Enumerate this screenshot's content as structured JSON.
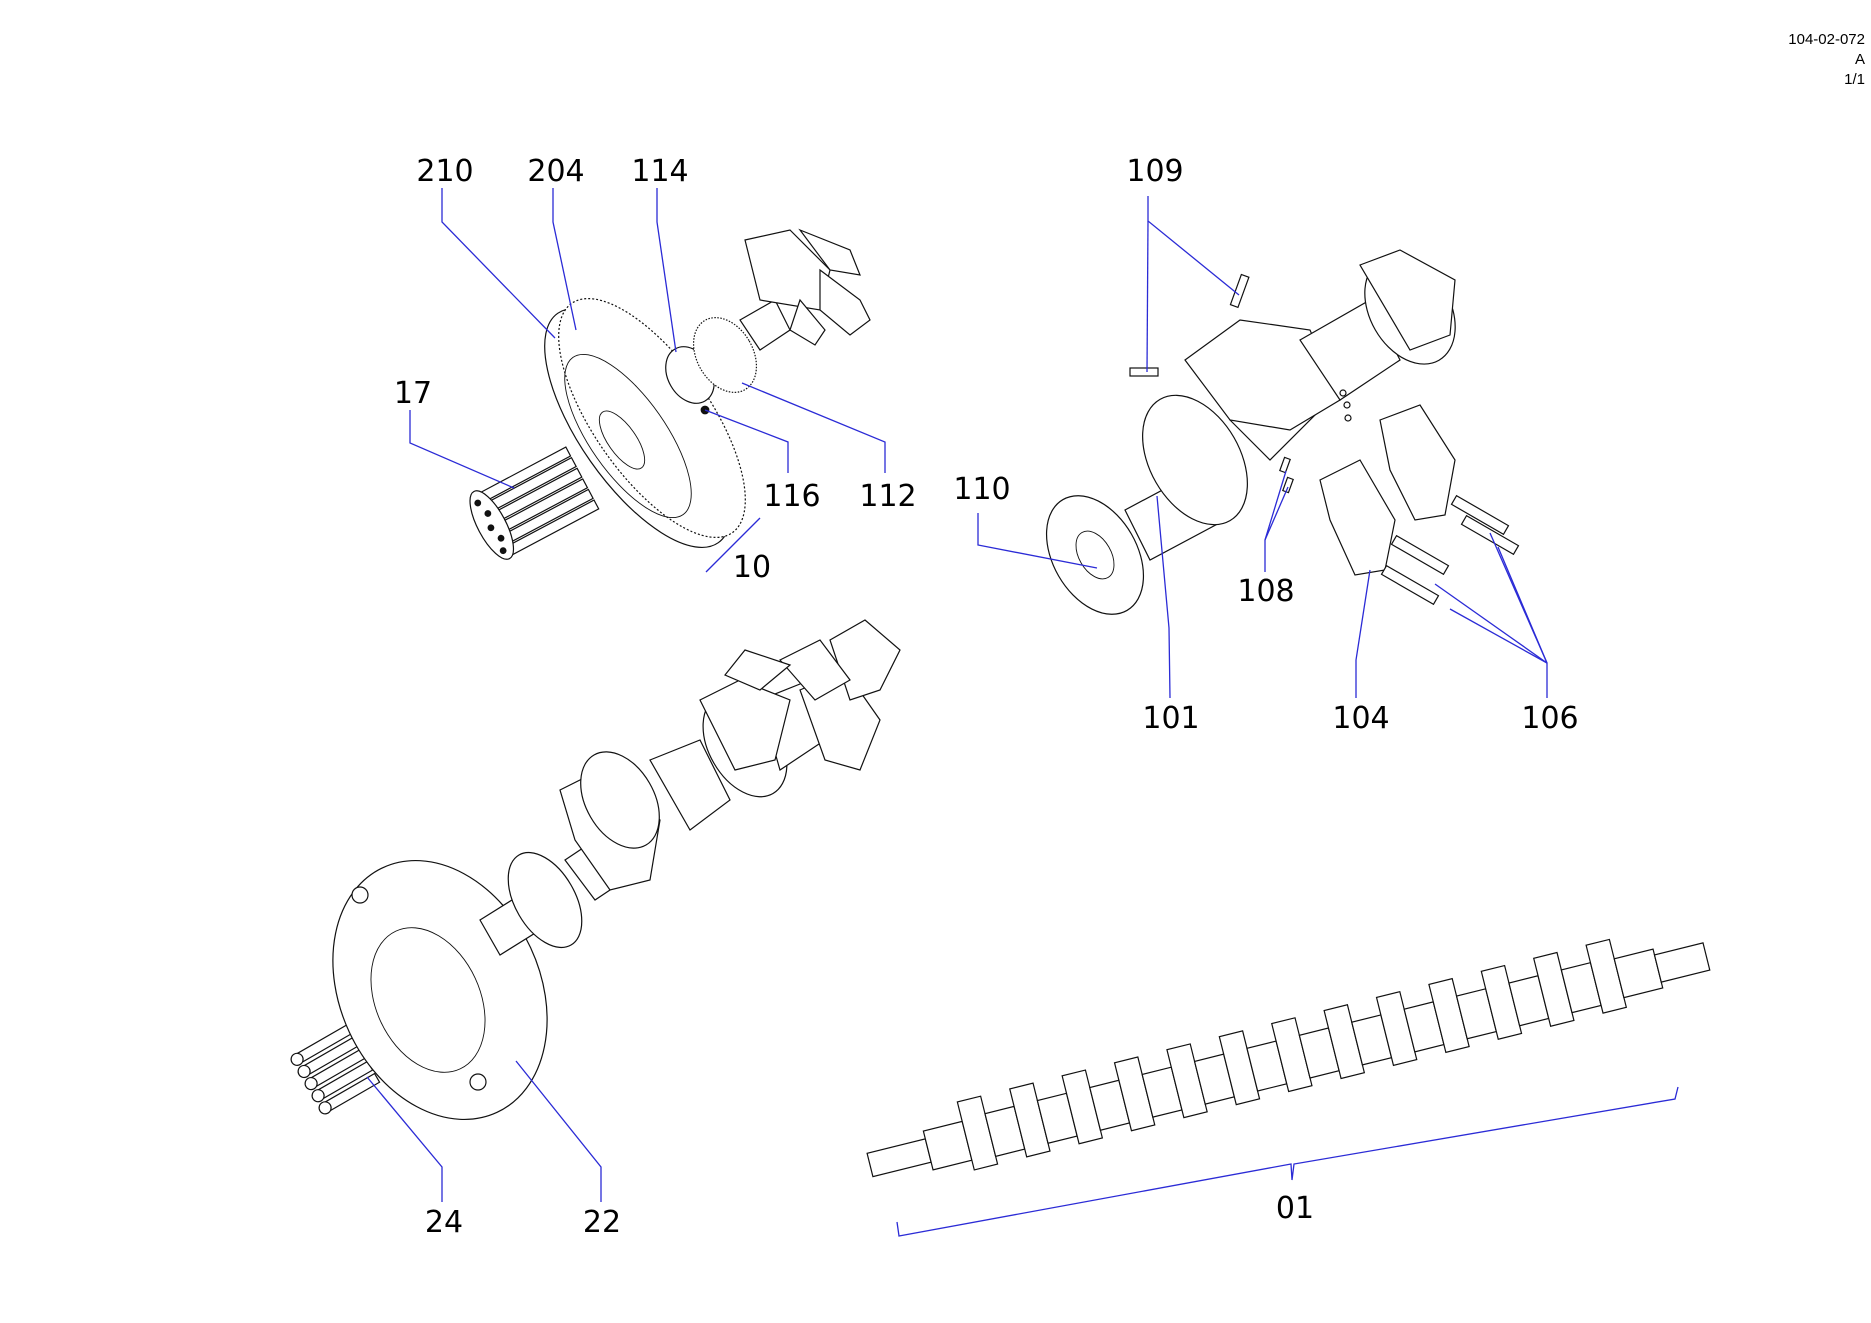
{
  "sheet": {
    "drawing_number": "104-02-072",
    "revision": "A",
    "page": "1/1"
  },
  "callouts": {
    "c210": "210",
    "c204": "204",
    "c114": "114",
    "c17": "17",
    "c116": "116",
    "c112": "112",
    "c10": "10",
    "c109": "109",
    "c110": "110",
    "c108": "108",
    "c101": "101",
    "c104": "104",
    "c106": "106",
    "c24": "24",
    "c22": "22",
    "c01": "01"
  },
  "colors": {
    "leader": "#2b2bd6",
    "outline": "#111111",
    "background": "#ffffff"
  }
}
